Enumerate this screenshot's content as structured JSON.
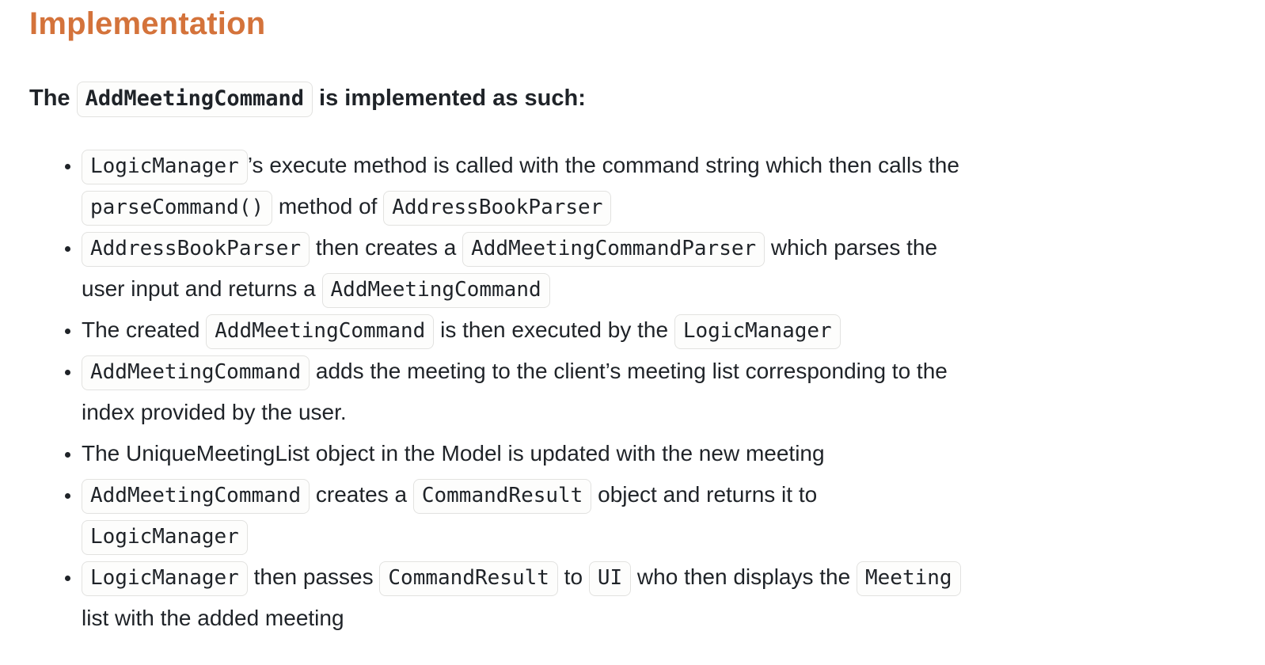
{
  "theme": {
    "page_bg": "#ffffff",
    "text_color": "#1f2328",
    "heading_color": "#d4733b",
    "code_border": "#e2e2e0",
    "code_bg": "#fdfdfc"
  },
  "page": {
    "heading": {
      "text": "Implementation"
    },
    "intro": {
      "segments": [
        {
          "t": "text",
          "v": "The "
        },
        {
          "t": "code",
          "v": "AddMeetingCommand"
        },
        {
          "t": "text",
          "v": " is implemented as such:"
        }
      ]
    },
    "bullets": [
      {
        "segments": [
          {
            "t": "code",
            "v": "LogicManager"
          },
          {
            "t": "text",
            "v": "’s execute method is called with the command string which then calls the"
          },
          {
            "t": "br"
          },
          {
            "t": "code",
            "v": "parseCommand()"
          },
          {
            "t": "text",
            "v": " method of "
          },
          {
            "t": "code",
            "v": "AddressBookParser"
          }
        ]
      },
      {
        "segments": [
          {
            "t": "code",
            "v": "AddressBookParser"
          },
          {
            "t": "text",
            "v": " then creates a "
          },
          {
            "t": "code",
            "v": "AddMeetingCommandParser"
          },
          {
            "t": "text",
            "v": " which parses the"
          },
          {
            "t": "br"
          },
          {
            "t": "text",
            "v": "user input and returns a "
          },
          {
            "t": "code",
            "v": "AddMeetingCommand"
          }
        ]
      },
      {
        "segments": [
          {
            "t": "text",
            "v": "The created "
          },
          {
            "t": "code",
            "v": "AddMeetingCommand"
          },
          {
            "t": "text",
            "v": " is then executed by the "
          },
          {
            "t": "code",
            "v": "LogicManager"
          }
        ]
      },
      {
        "segments": [
          {
            "t": "code",
            "v": "AddMeetingCommand"
          },
          {
            "t": "text",
            "v": " adds the meeting to the client’s meeting list corresponding to the"
          },
          {
            "t": "br"
          },
          {
            "t": "text",
            "v": "index provided by the user."
          }
        ]
      },
      {
        "segments": [
          {
            "t": "text",
            "v": "The UniqueMeetingList object in the Model is updated with the new meeting"
          }
        ]
      },
      {
        "segments": [
          {
            "t": "code",
            "v": "AddMeetingCommand"
          },
          {
            "t": "text",
            "v": " creates a "
          },
          {
            "t": "code",
            "v": "CommandResult"
          },
          {
            "t": "text",
            "v": " object and returns it to"
          },
          {
            "t": "br"
          },
          {
            "t": "code",
            "v": "LogicManager"
          }
        ]
      },
      {
        "segments": [
          {
            "t": "code",
            "v": "LogicManager"
          },
          {
            "t": "text",
            "v": " then passes "
          },
          {
            "t": "code",
            "v": "CommandResult"
          },
          {
            "t": "text",
            "v": " to "
          },
          {
            "t": "code",
            "v": "UI"
          },
          {
            "t": "text",
            "v": " who then displays the "
          },
          {
            "t": "code",
            "v": "Meeting"
          },
          {
            "t": "br"
          },
          {
            "t": "text",
            "v": "list with the added meeting"
          }
        ]
      }
    ]
  }
}
